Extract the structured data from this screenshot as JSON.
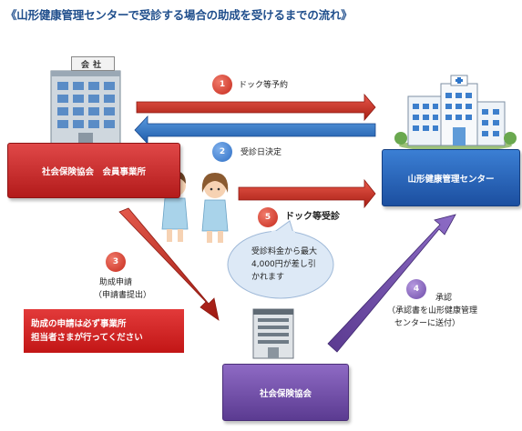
{
  "title": "《山形健康管理センターで受診する場合の助成を受けるまでの流れ》",
  "boxes": {
    "association": "社会保険協会　会員事業所",
    "center": "山形健康管理センター",
    "insurance": "社会保険協会"
  },
  "building_sign": "会社",
  "steps": [
    {
      "num": "1",
      "label": "ドック等予約",
      "color": "#c62a1d"
    },
    {
      "num": "2",
      "label": "受診日決定",
      "color": "#2d6ec4"
    },
    {
      "num": "3",
      "label": "助成申請",
      "sublabel": "（申請書提出）",
      "color": "#c62a1d"
    },
    {
      "num": "4",
      "label": "承認",
      "sublabel_1": "（承認書を山形健康管理",
      "sublabel_2": "センターに送付）",
      "color": "#6d4aa8"
    },
    {
      "num": "5",
      "label": "ドック等受診",
      "color": "#c62a1d"
    }
  ],
  "bubble": {
    "line1": "受診料金から最大",
    "line2": "4,000円が差し引",
    "line3": "かれます"
  },
  "notice": {
    "line1": "助成の申請は必ず事業所",
    "line2": "担当者さまが行ってください"
  },
  "colors": {
    "red_arrow": "#c0392b",
    "blue_arrow": "#2e75c8",
    "purple_arrow": "#6f4aa6",
    "title": "#1f4e8c"
  }
}
